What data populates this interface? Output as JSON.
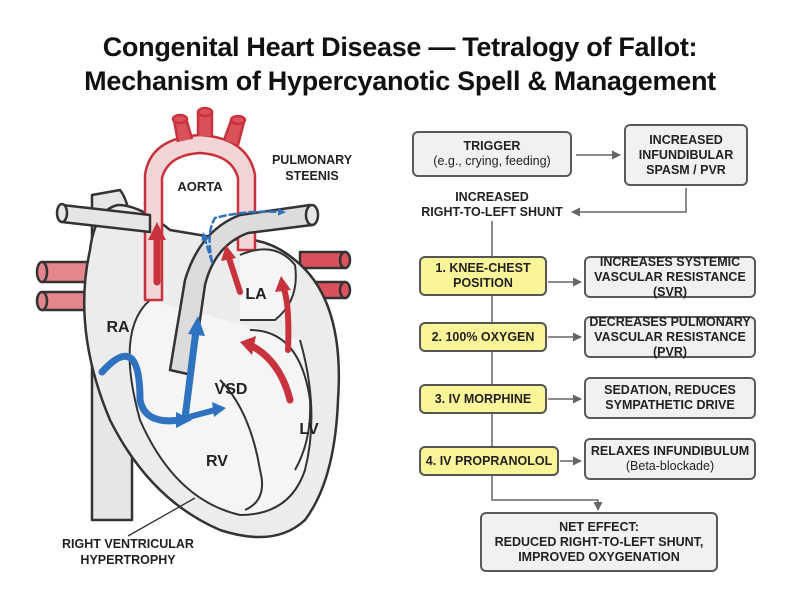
{
  "title": {
    "line1": "Congenital Heart Disease — Tetralogy of Fallot:",
    "line2": "Mechanism of Hypercyanotic Spell & Management"
  },
  "heart": {
    "aorta": "AORTA",
    "pulmonary_line1": "PULMONARY",
    "pulmonary_line2": "STEENIS",
    "la": "LA",
    "ra": "RA",
    "vsd": "VSD",
    "lv": "LV",
    "rv": "RV",
    "rvh_line1": "RIGHT VENTRICULAR",
    "rvh_line2": "HYPERTROPHY"
  },
  "flow": {
    "trigger": {
      "title": "TRIGGER",
      "sub": "(e.g., crying, feeding)"
    },
    "infundibular": {
      "line1": "INCREASED",
      "line2": "INFUNDIBULAR",
      "line3": "SPASM / PVR"
    },
    "shunt": {
      "line1": "INCREASED",
      "line2": "RIGHT-TO-LEFT SHUNT"
    },
    "steps": [
      {
        "label_line1": "1. KNEE-CHEST",
        "label_line2": "POSITION",
        "effect_line1": "INCREASES SYSTEMIC",
        "effect_line2": "VASCULAR RESISTANCE (SVR)"
      },
      {
        "label_line1": "2. 100% OXYGEN",
        "label_line2": "",
        "effect_line1": "DECREASES PULMONARY",
        "effect_line2": "VASCULAR RESISTANCE (PVR)"
      },
      {
        "label_line1": "3. IV MORPHINE",
        "label_line2": "",
        "effect_line1": "SEDATION, REDUCES",
        "effect_line2": "SYMPATHETIC DRIVE"
      },
      {
        "label_line1": "4. IV PROPRANOLOL",
        "label_line2": "",
        "effect_line1": "RELAXES INFUNDIBULUM",
        "effect_line2": "(Beta-blockade)"
      }
    ],
    "net_effect": {
      "line1": "NET EFFECT:",
      "line2": "REDUCED RIGHT-TO-LEFT SHUNT,",
      "line3": "IMPROVED OXYGENATION"
    }
  },
  "colors": {
    "oxygenated": "#c8323c",
    "deoxygenated": "#2f73c0",
    "step_box": "#fbf59a"
  }
}
